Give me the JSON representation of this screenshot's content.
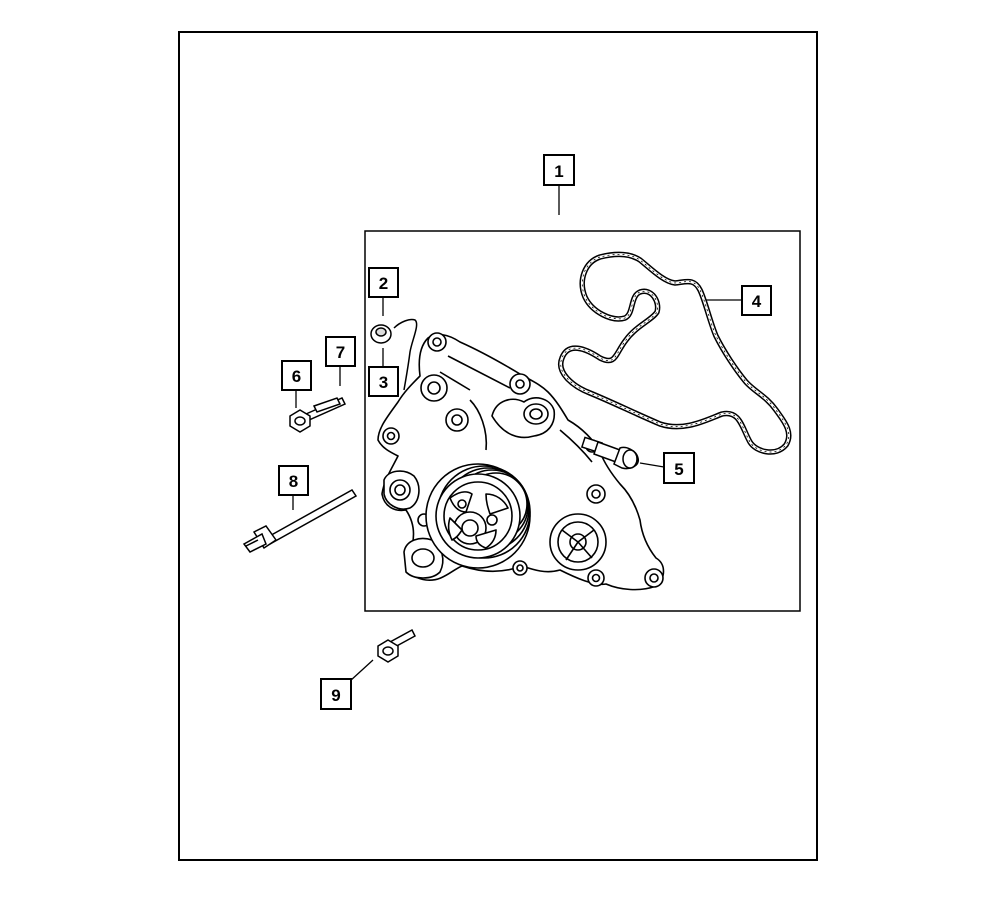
{
  "callouts": [
    {
      "id": "1",
      "label": "1",
      "part": "water-pump-assembly"
    },
    {
      "id": "2",
      "label": "2",
      "part": "dowel-bushing"
    },
    {
      "id": "3",
      "label": "3",
      "part": "o-ring-seal"
    },
    {
      "id": "4",
      "label": "4",
      "part": "pump-gasket"
    },
    {
      "id": "5",
      "label": "5",
      "part": "temperature-sensor"
    },
    {
      "id": "6",
      "label": "6",
      "part": "bolt"
    },
    {
      "id": "7",
      "label": "7",
      "part": "stud-bolt"
    },
    {
      "id": "8",
      "label": "8",
      "part": "long-stud"
    },
    {
      "id": "9",
      "label": "9",
      "part": "bolt"
    }
  ],
  "colors": {
    "line": "#000000",
    "background": "#ffffff"
  }
}
